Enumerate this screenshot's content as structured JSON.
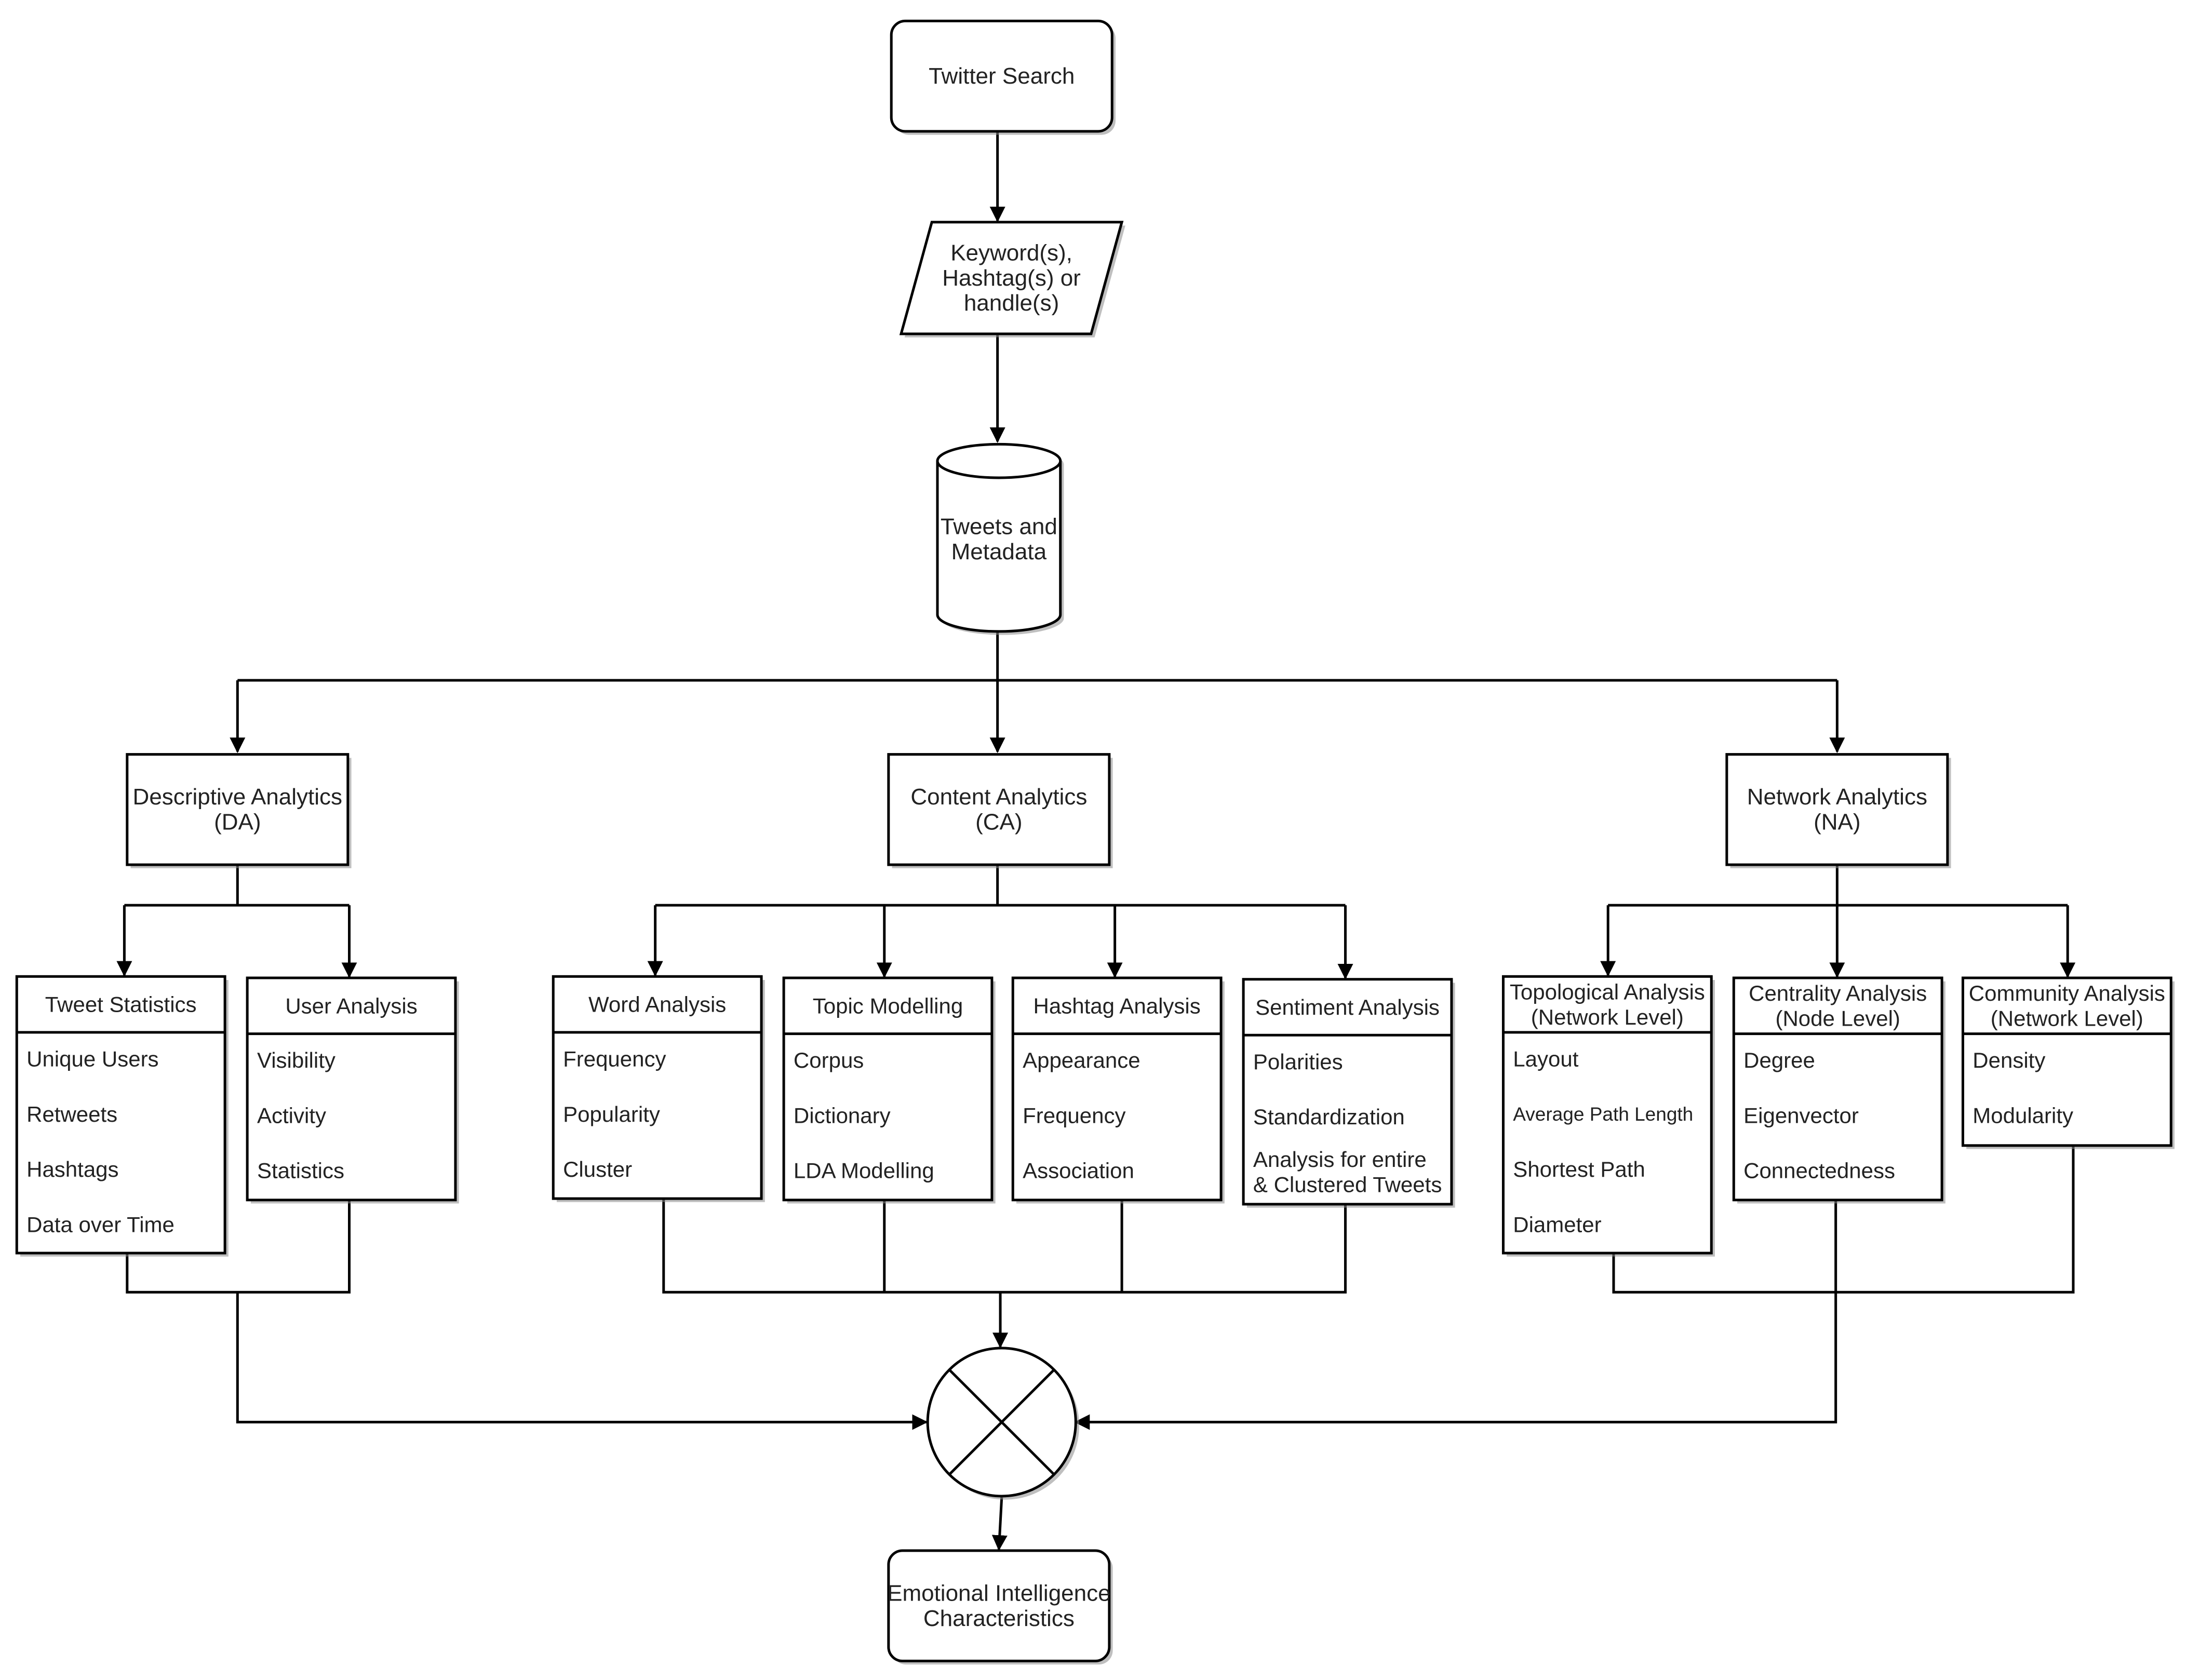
{
  "top": {
    "twitter_search": "Twitter Search",
    "input": [
      "Keyword(s),",
      "Hashtag(s) or",
      "handle(s)"
    ],
    "database": [
      "Tweets and",
      "Metadata"
    ]
  },
  "categories": {
    "da": [
      "Descriptive Analytics",
      "(DA)"
    ],
    "ca": [
      "Content Analytics",
      "(CA)"
    ],
    "na": [
      "Network Analytics",
      "(NA)"
    ]
  },
  "modules": {
    "tweet_statistics": {
      "title": [
        "Tweet Statistics"
      ],
      "items": [
        [
          "Unique Users"
        ],
        [
          "Retweets"
        ],
        [
          "Hashtags"
        ],
        [
          "Data over Time"
        ]
      ]
    },
    "user_analysis": {
      "title": [
        "User Analysis"
      ],
      "items": [
        [
          "Visibility"
        ],
        [
          "Activity"
        ],
        [
          "Statistics"
        ]
      ]
    },
    "word_analysis": {
      "title": [
        "Word Analysis"
      ],
      "items": [
        [
          "Frequency"
        ],
        [
          "Popularity"
        ],
        [
          "Cluster"
        ]
      ]
    },
    "topic_modelling": {
      "title": [
        "Topic Modelling"
      ],
      "items": [
        [
          "Corpus"
        ],
        [
          "Dictionary"
        ],
        [
          "LDA Modelling"
        ]
      ]
    },
    "hashtag_analysis": {
      "title": [
        "Hashtag Analysis"
      ],
      "items": [
        [
          "Appearance"
        ],
        [
          "Frequency"
        ],
        [
          "Association"
        ]
      ]
    },
    "sentiment_analysis": {
      "title": [
        "Sentiment Analysis"
      ],
      "items": [
        [
          "Polarities"
        ],
        [
          "Standardization"
        ],
        [
          "Analysis for entire",
          "& Clustered Tweets"
        ]
      ]
    },
    "topological_analysis": {
      "title": [
        "Topological Analysis",
        "(Network Level)"
      ],
      "items": [
        [
          "Layout"
        ],
        [
          "Average Path Length"
        ],
        [
          "Shortest Path"
        ],
        [
          "Diameter"
        ]
      ]
    },
    "centrality_analysis": {
      "title": [
        "Centrality Analysis",
        "(Node Level)"
      ],
      "items": [
        [
          "Degree"
        ],
        [
          "Eigenvector"
        ],
        [
          "Connectedness"
        ]
      ]
    },
    "community_analysis": {
      "title": [
        "Community Analysis",
        "(Network Level)"
      ],
      "items": [
        [
          "Density"
        ],
        [
          "Modularity"
        ]
      ]
    }
  },
  "output": [
    "Emotional Intelligence",
    "Characteristics"
  ]
}
